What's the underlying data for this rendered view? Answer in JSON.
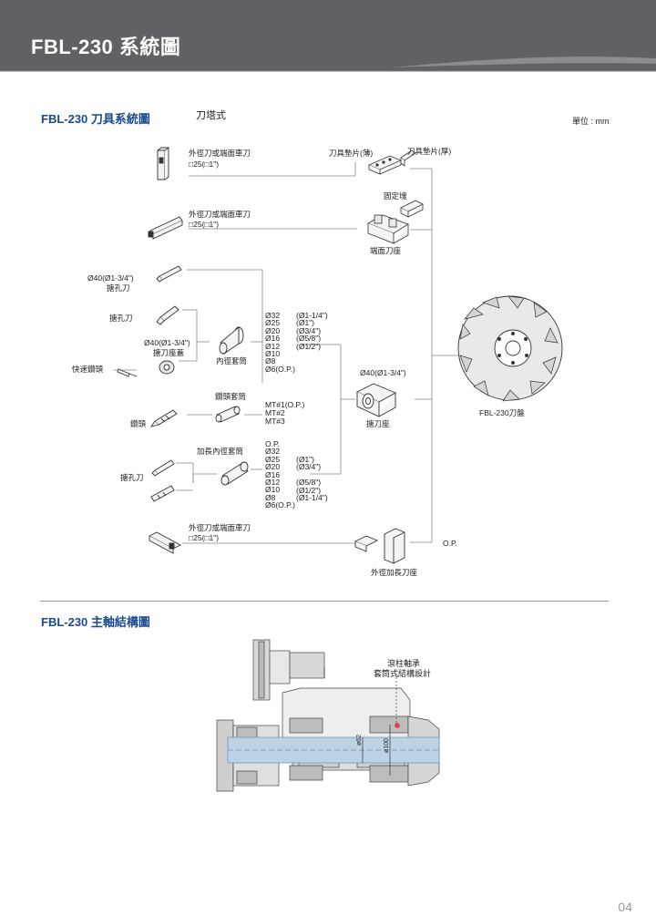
{
  "header": {
    "title": "FBL-230 系統圖"
  },
  "tool_section": {
    "title": "FBL-230 刀具系統圖",
    "subtitle": "刀塔式",
    "unit": "單位 : mm",
    "labels": {
      "od_face_tool_1": "外徑刀或端面車刀",
      "od_face_size_1": "□25(□1\")",
      "od_face_tool_2": "外徑刀或端面車刀",
      "od_face_size_2": "□25(□1\")",
      "od_face_tool_3": "外徑刀或端面車刀",
      "od_face_size_3": "□25(□1\")",
      "tool_pad_thin": "刀具墊片(薄)",
      "tool_pad_thick": "刀具墊片(厚)",
      "fixing_block": "固定塊",
      "face_holder": "端面刀座",
      "boring_bar_40": "Ø40(Ø1-3/4\")",
      "boring_bar_40_name": "搪孔刀",
      "boring_bar_1": "搪孔刀",
      "boring_sleeve_size": "Ø40(Ø1-3/4\")",
      "boring_sleeve_name": "搪刀座蓋",
      "id_sleeve": "內徑套筒",
      "quick_drill": "快速鑽頭",
      "drill_sleeve": "鑽頭套筒",
      "drill_bit": "鑽頭",
      "ext_id_sleeve": "加長內徑套筒",
      "boring_bar_2": "搪孔刀",
      "boring_holder_size": "Ø40(Ø1-3/4\")",
      "boring_holder": "搪刀座",
      "turret": "FBL-230刀盤",
      "op": "O.P.",
      "ext_od_holder": "外徑加長刀座"
    },
    "specs_group_1": {
      "left": [
        "Ø32",
        "Ø25",
        "Ø20",
        "Ø16",
        "Ø12",
        "Ø10",
        "Ø8",
        "Ø6(O.P.)"
      ],
      "right": [
        "(Ø1-1/4\")",
        "(Ø1\")",
        "(Ø3/4\")",
        "(Ø5/8\")",
        "(Ø1/2\")"
      ]
    },
    "specs_group_2": [
      "MT#1(O.P.)",
      "MT#2",
      "MT#3"
    ],
    "specs_group_3": {
      "left": [
        "O.P.",
        "Ø32",
        "Ø25",
        "Ø20",
        "Ø16",
        "Ø12",
        "Ø10",
        "Ø8",
        "Ø6(O.P.)"
      ],
      "right": [
        "(Ø1\")",
        "(Ø3/4\")",
        "(Ø5/8\")",
        "(Ø1/2\")",
        "(Ø1-1/4\")"
      ]
    }
  },
  "spindle_section": {
    "title": "FBL-230 主軸結構圖",
    "callout_line1": "滾柱軸承",
    "callout_line2": "套筒式結構設計",
    "dim_inner": "ø62",
    "dim_outer": "ø100"
  },
  "page_number": "04"
}
